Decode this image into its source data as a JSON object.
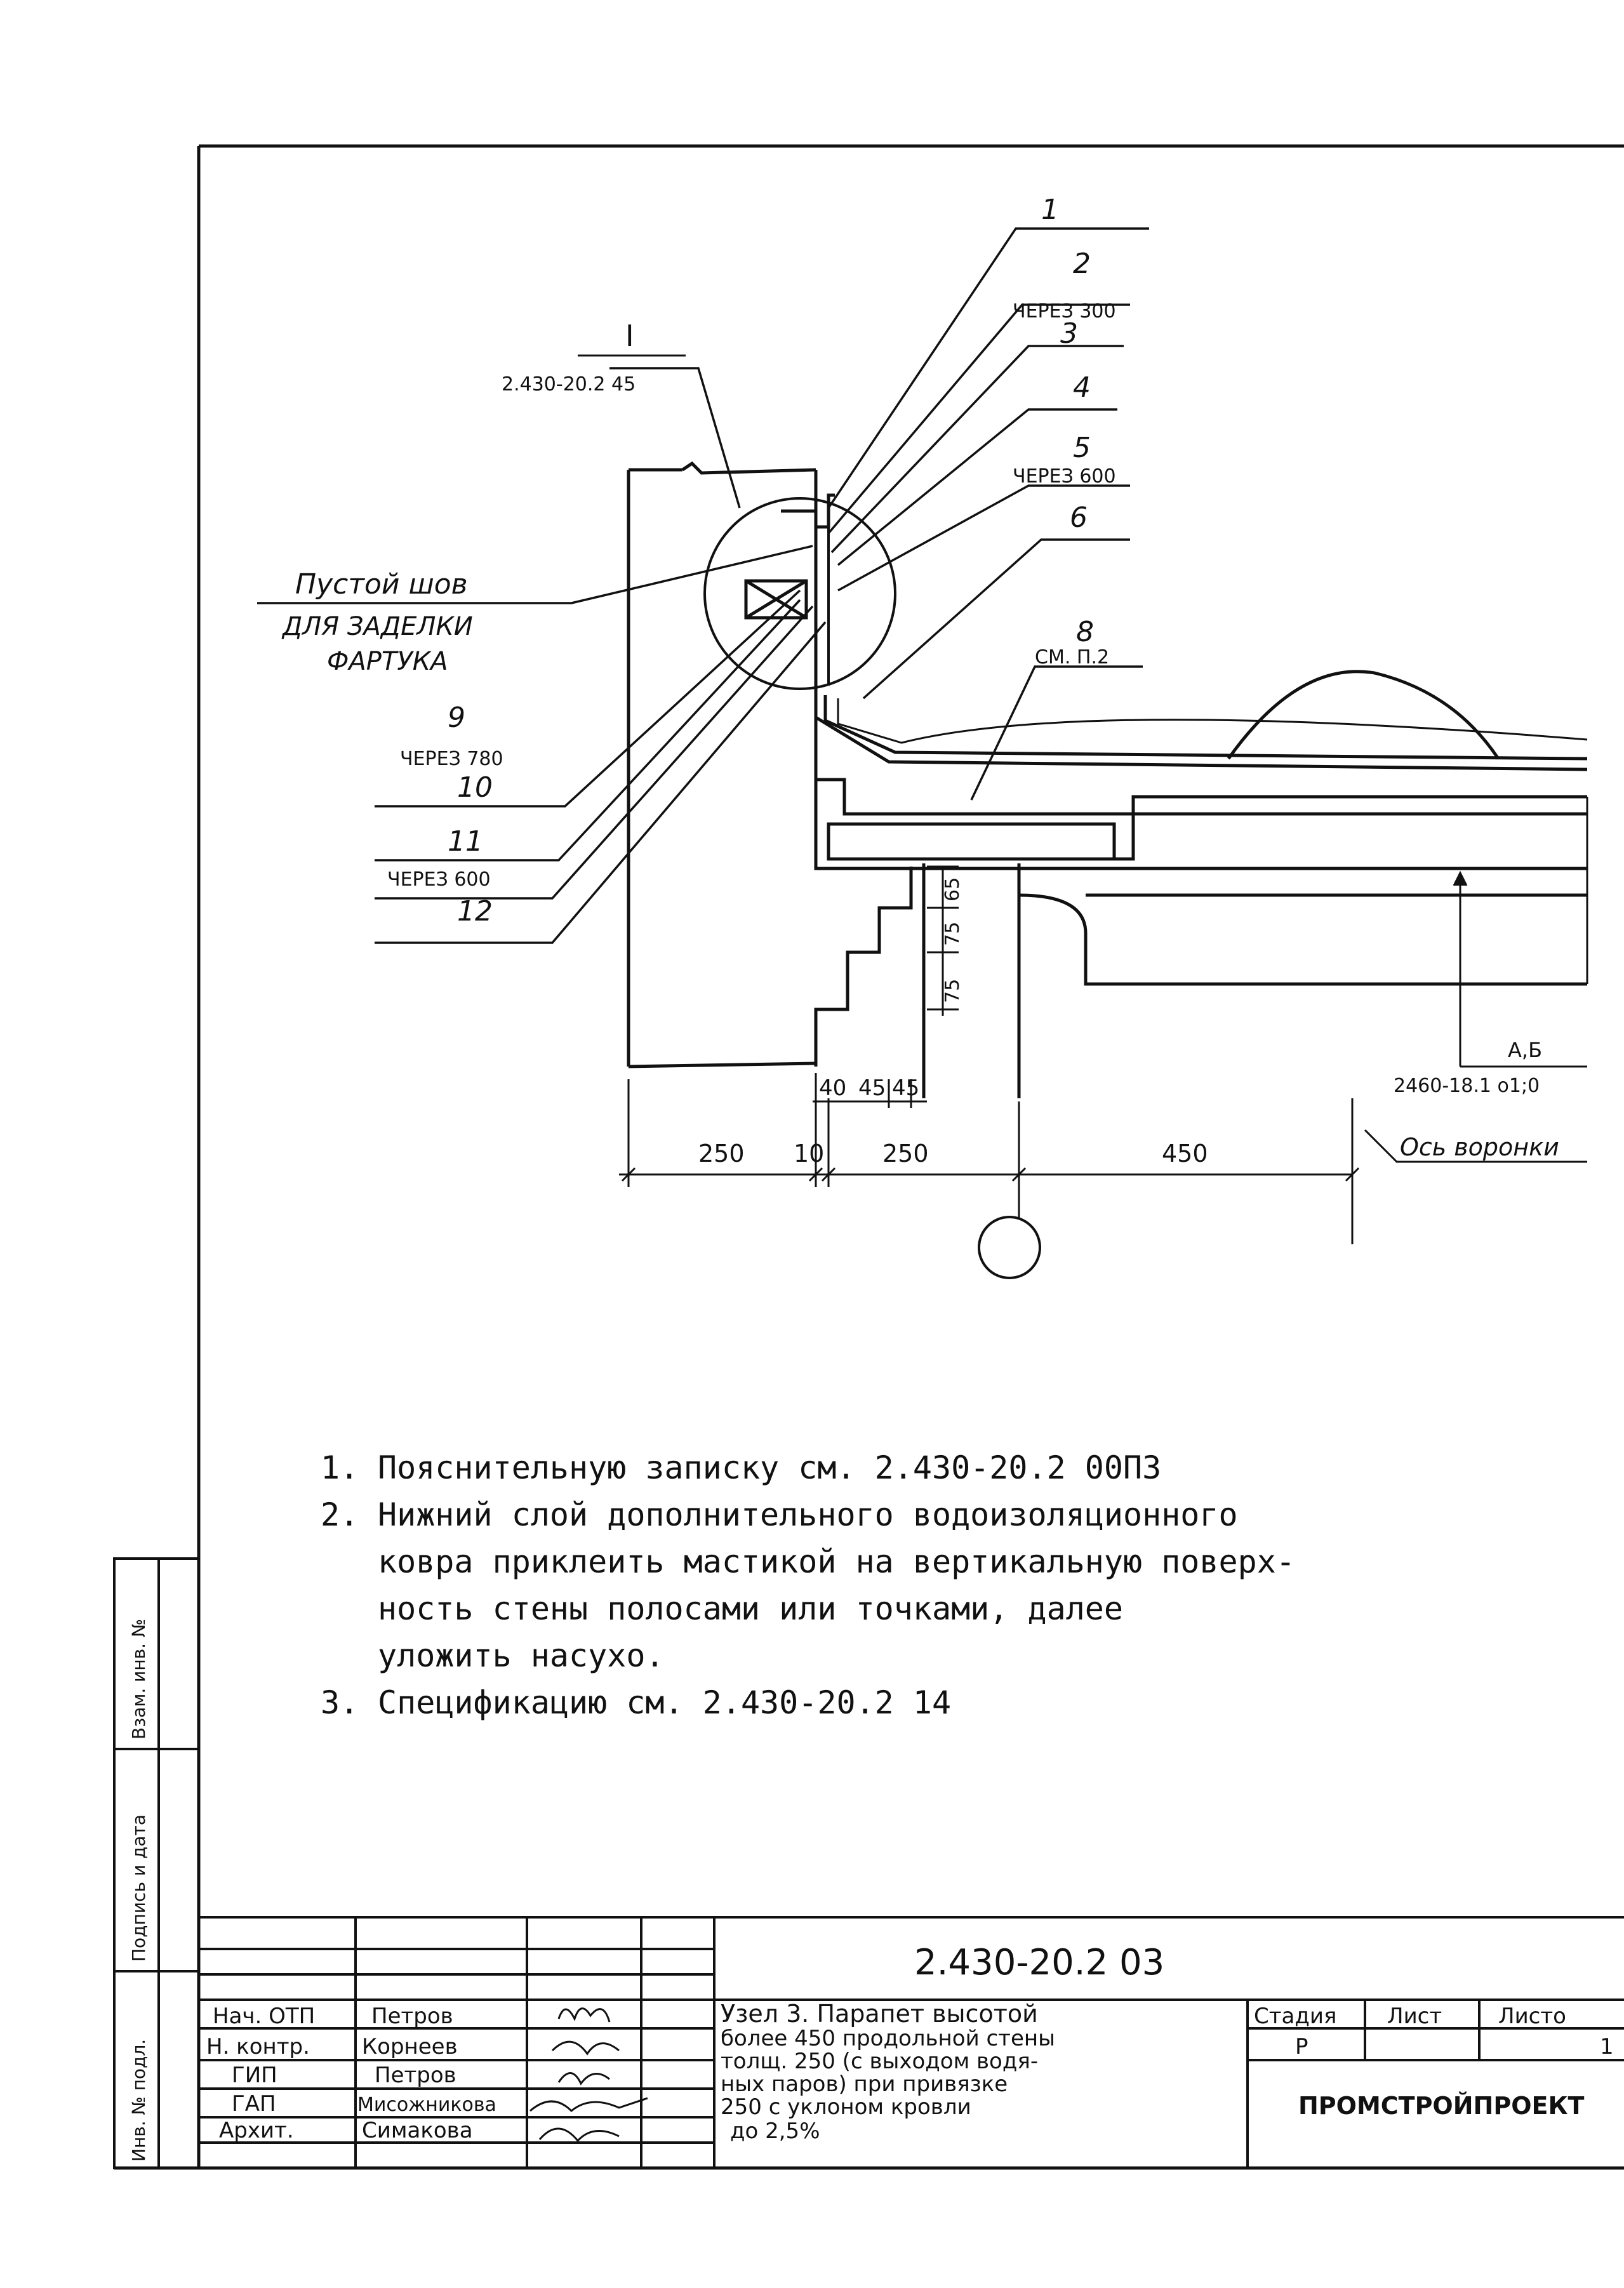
{
  "drawing": {
    "callout_numbers": [
      "1",
      "2",
      "3",
      "4",
      "5",
      "6",
      "8",
      "9",
      "10",
      "11",
      "12"
    ],
    "callout_notes": {
      "c2": "ЧЕРЕЗ 300",
      "c5": "ЧЕРЕЗ 600",
      "c8": "СМ. П.2",
      "c9": "ЧЕРЕЗ 780",
      "c11": "ЧЕРЕЗ 600"
    },
    "detail_ref": {
      "mark": "I",
      "doc": "2.430-20.2 45"
    },
    "empty_seam": {
      "line1": "Пустой шов",
      "line2": "ДЛЯ ЗАДЕЛКИ",
      "line3": "ФАРТУКА"
    },
    "dims_vertical": [
      "65",
      "75",
      "75"
    ],
    "dims_small": [
      "40",
      "45",
      "45"
    ],
    "dims_main": [
      "250",
      "10",
      "250",
      "450"
    ],
    "axis_ref": {
      "mark": "А,Б",
      "doc": "2460-18.1 о1;0"
    },
    "funnel_axis": "Ось воронки"
  },
  "notes": [
    {
      "num": "1.",
      "lines": [
        "Пояснительную записку см. 2.430-20.2 00ПЗ"
      ]
    },
    {
      "num": "2.",
      "lines": [
        "Нижний слой дополнительного водоизоляционного",
        "ковра приклеить мастикой на вертикальную поверх-",
        "ность стены полосами или точками, далее",
        "уложить насухо."
      ]
    },
    {
      "num": "3.",
      "lines": [
        "Спецификацию см. 2.430-20.2 14"
      ]
    }
  ],
  "side_stamp": [
    "Взам. инв. №",
    "Подпись и дата",
    "Инв. № подл."
  ],
  "title_block": {
    "doc_number": "2.430-20.2 03",
    "roles": [
      "Нач. ОТП",
      "Н. контр.",
      "ГИП",
      "ГАП",
      "Архит."
    ],
    "names": [
      "Петров",
      "Корнеев",
      "Петров",
      "Мисожникова",
      "Симакова"
    ],
    "title_lines": [
      "Узел 3. Парапет высотой",
      "более 450 продольной стены",
      "толщ. 250 (с выходом водя-",
      "ных паров) при привязке",
      "250 с уклоном кровли",
      "до 2,5%"
    ],
    "stage_header": "Стадия",
    "sheet_header": "Лист",
    "sheets_header": "Листо",
    "stage_value": "Р",
    "sheet_value": "1",
    "organization": "ПРОМСТРОЙПРОЕКТ"
  }
}
